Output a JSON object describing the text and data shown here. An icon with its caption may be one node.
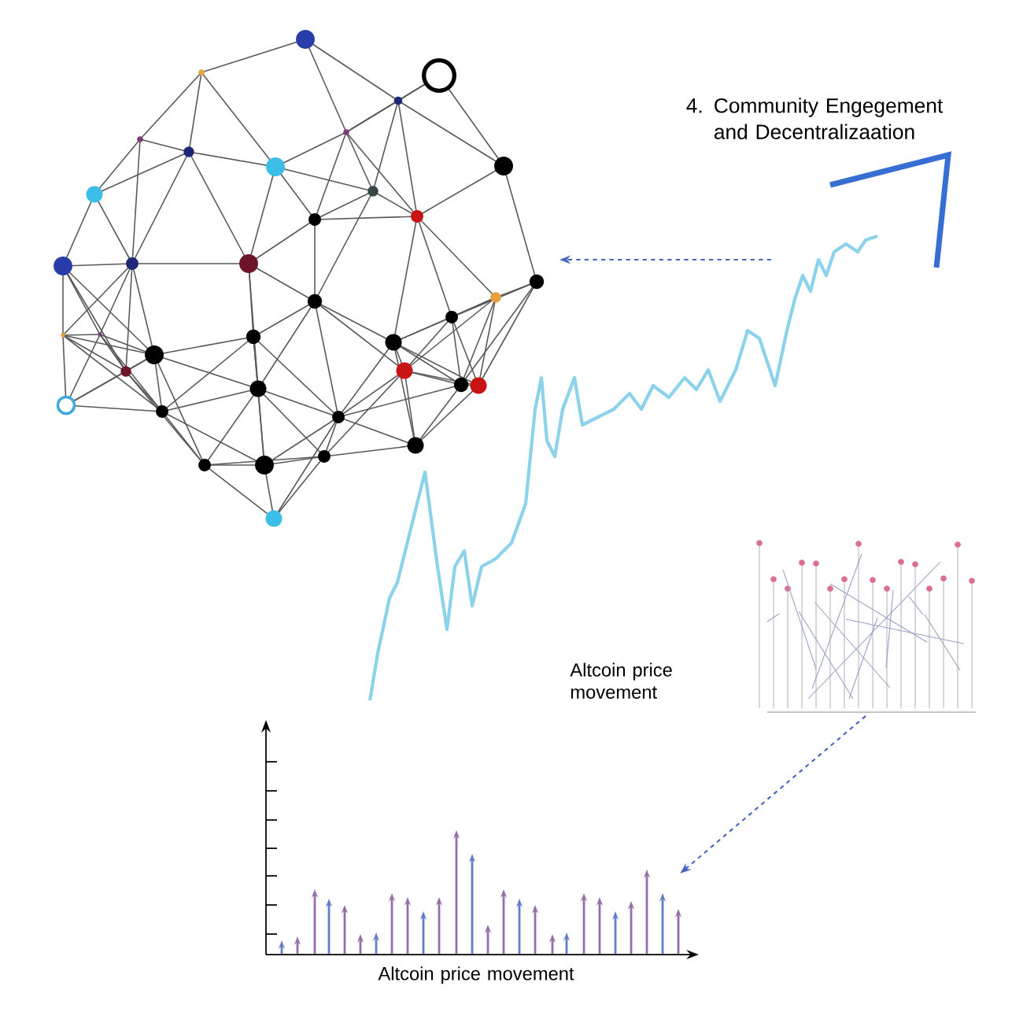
{
  "diagram": {
    "title": "4. Community Engegement and Decentralizaation",
    "nodes": [
      {
        "text": [],
        "shape": "picture"
      },
      {
        "text": [],
        "shape": "picture"
      },
      {
        "text": [],
        "shape": "picture",
        "beside": [
          "Altcoin price movement"
        ]
      }
    ],
    "edges": [
      {
        "from": null,
        "to": 0,
        "arrow": "to",
        "style": "dashed"
      },
      {
        "from": 1,
        "to": 2,
        "arrow": "to",
        "style": "dashed"
      }
    ],
    "labels": [
      "Altcoin price movement"
    ]
  }
}
